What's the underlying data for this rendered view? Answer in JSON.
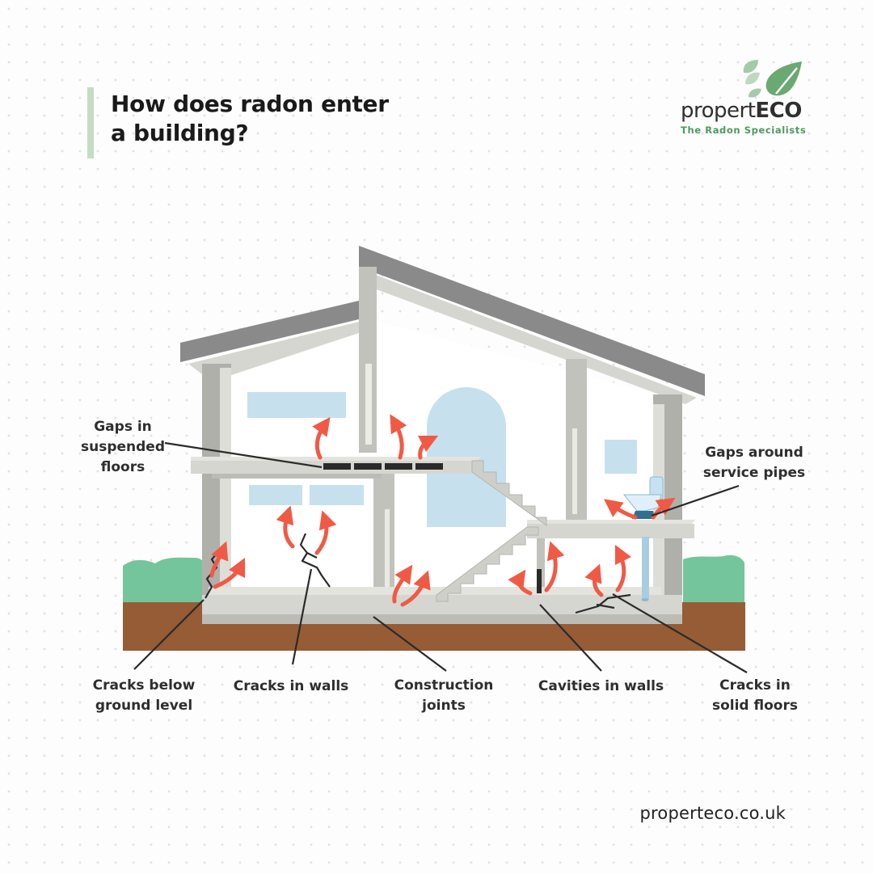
{
  "title": "How does radon enter\na building?",
  "logo": {
    "brand_light": "propert",
    "brand_bold": "ECO",
    "tagline": "The Radon Specialists",
    "icon": "leaves-icon"
  },
  "labels": {
    "gaps_suspended_floors": "Gaps in\nsuspended\nfloors",
    "gaps_service_pipes": "Gaps around\nservice pipes",
    "cracks_below_ground": "Cracks below\nground level",
    "cracks_in_walls": "Cracks in walls",
    "construction_joints": "Construction\njoints",
    "cavities_in_walls": "Cavities in walls",
    "cracks_solid_floors": "Cracks in\nsolid floors"
  },
  "website": "properteco.co.uk",
  "colors": {
    "accent_green": "#4c9a5c",
    "title_bar": "#c4dcc4",
    "radon_arrow": "#f05a45",
    "soil": "#965c35",
    "grass": "#74c49c",
    "window": "#c6e0ee",
    "wall": "#d6d6d0",
    "roof": "#8a8a8a"
  }
}
